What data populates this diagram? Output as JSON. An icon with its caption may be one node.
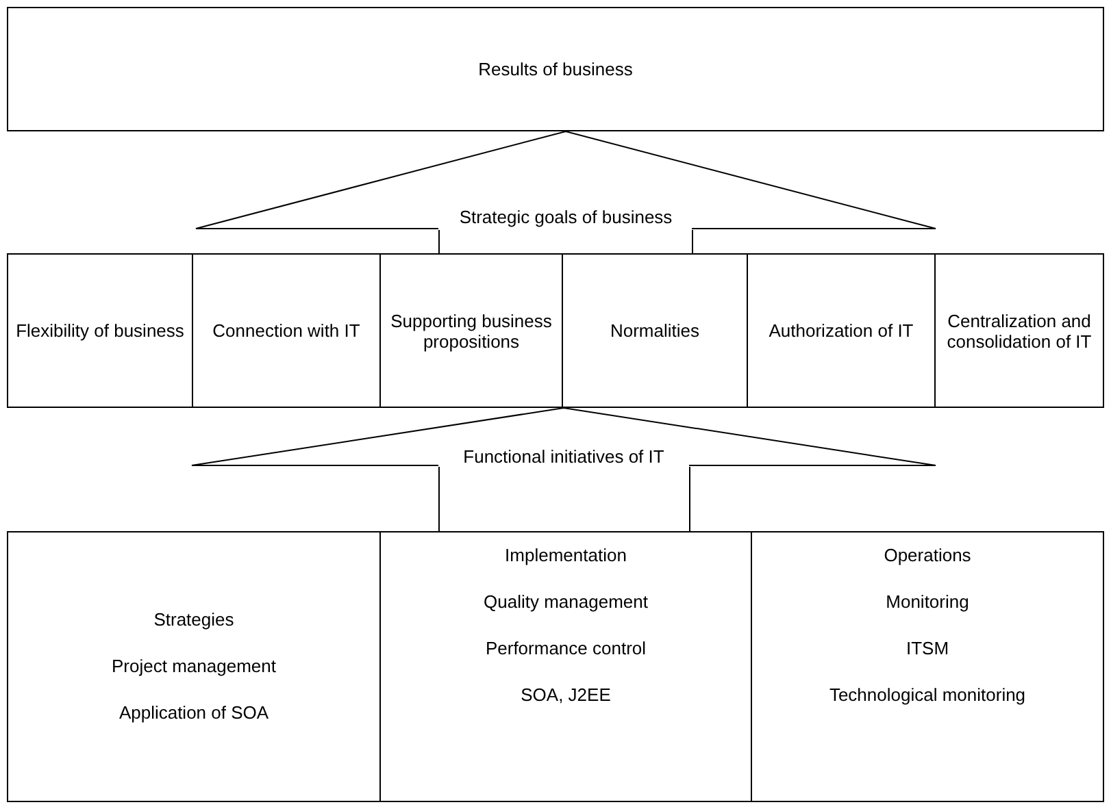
{
  "diagram": {
    "nodes": [
      {
        "text": [
          "Results of business"
        ]
      },
      {
        "text": [
          "Strategic goals of business"
        ]
      },
      {
        "text": [
          "Flexibility of business"
        ]
      },
      {
        "text": [
          "Connection with IT"
        ]
      },
      {
        "text": [
          "Supporting business propositions"
        ]
      },
      {
        "text": [
          "Normalities"
        ]
      },
      {
        "text": [
          "Authorization of IT"
        ]
      },
      {
        "text": [
          "Centralization and consolidation of IT"
        ]
      },
      {
        "text": [
          "Functional initiatives of IT"
        ]
      },
      {
        "text": [
          "Strategies",
          "Project management",
          "Application of SOA"
        ]
      },
      {
        "text": [
          "Implementation",
          "Quality management",
          "Performance control",
          "SOA, J2EE"
        ]
      },
      {
        "text": [
          "Operations",
          "Monitoring",
          "ITSM",
          "Technological monitoring"
        ]
      }
    ],
    "edges": [
      {
        "from": 1,
        "to": 4,
        "arrow": "none"
      },
      {
        "from": 1,
        "to": 5,
        "arrow": "none"
      },
      {
        "from": 8,
        "to": 10,
        "arrow": "none"
      },
      {
        "from": 8,
        "to": 10,
        "arrow": "none"
      }
    ]
  }
}
